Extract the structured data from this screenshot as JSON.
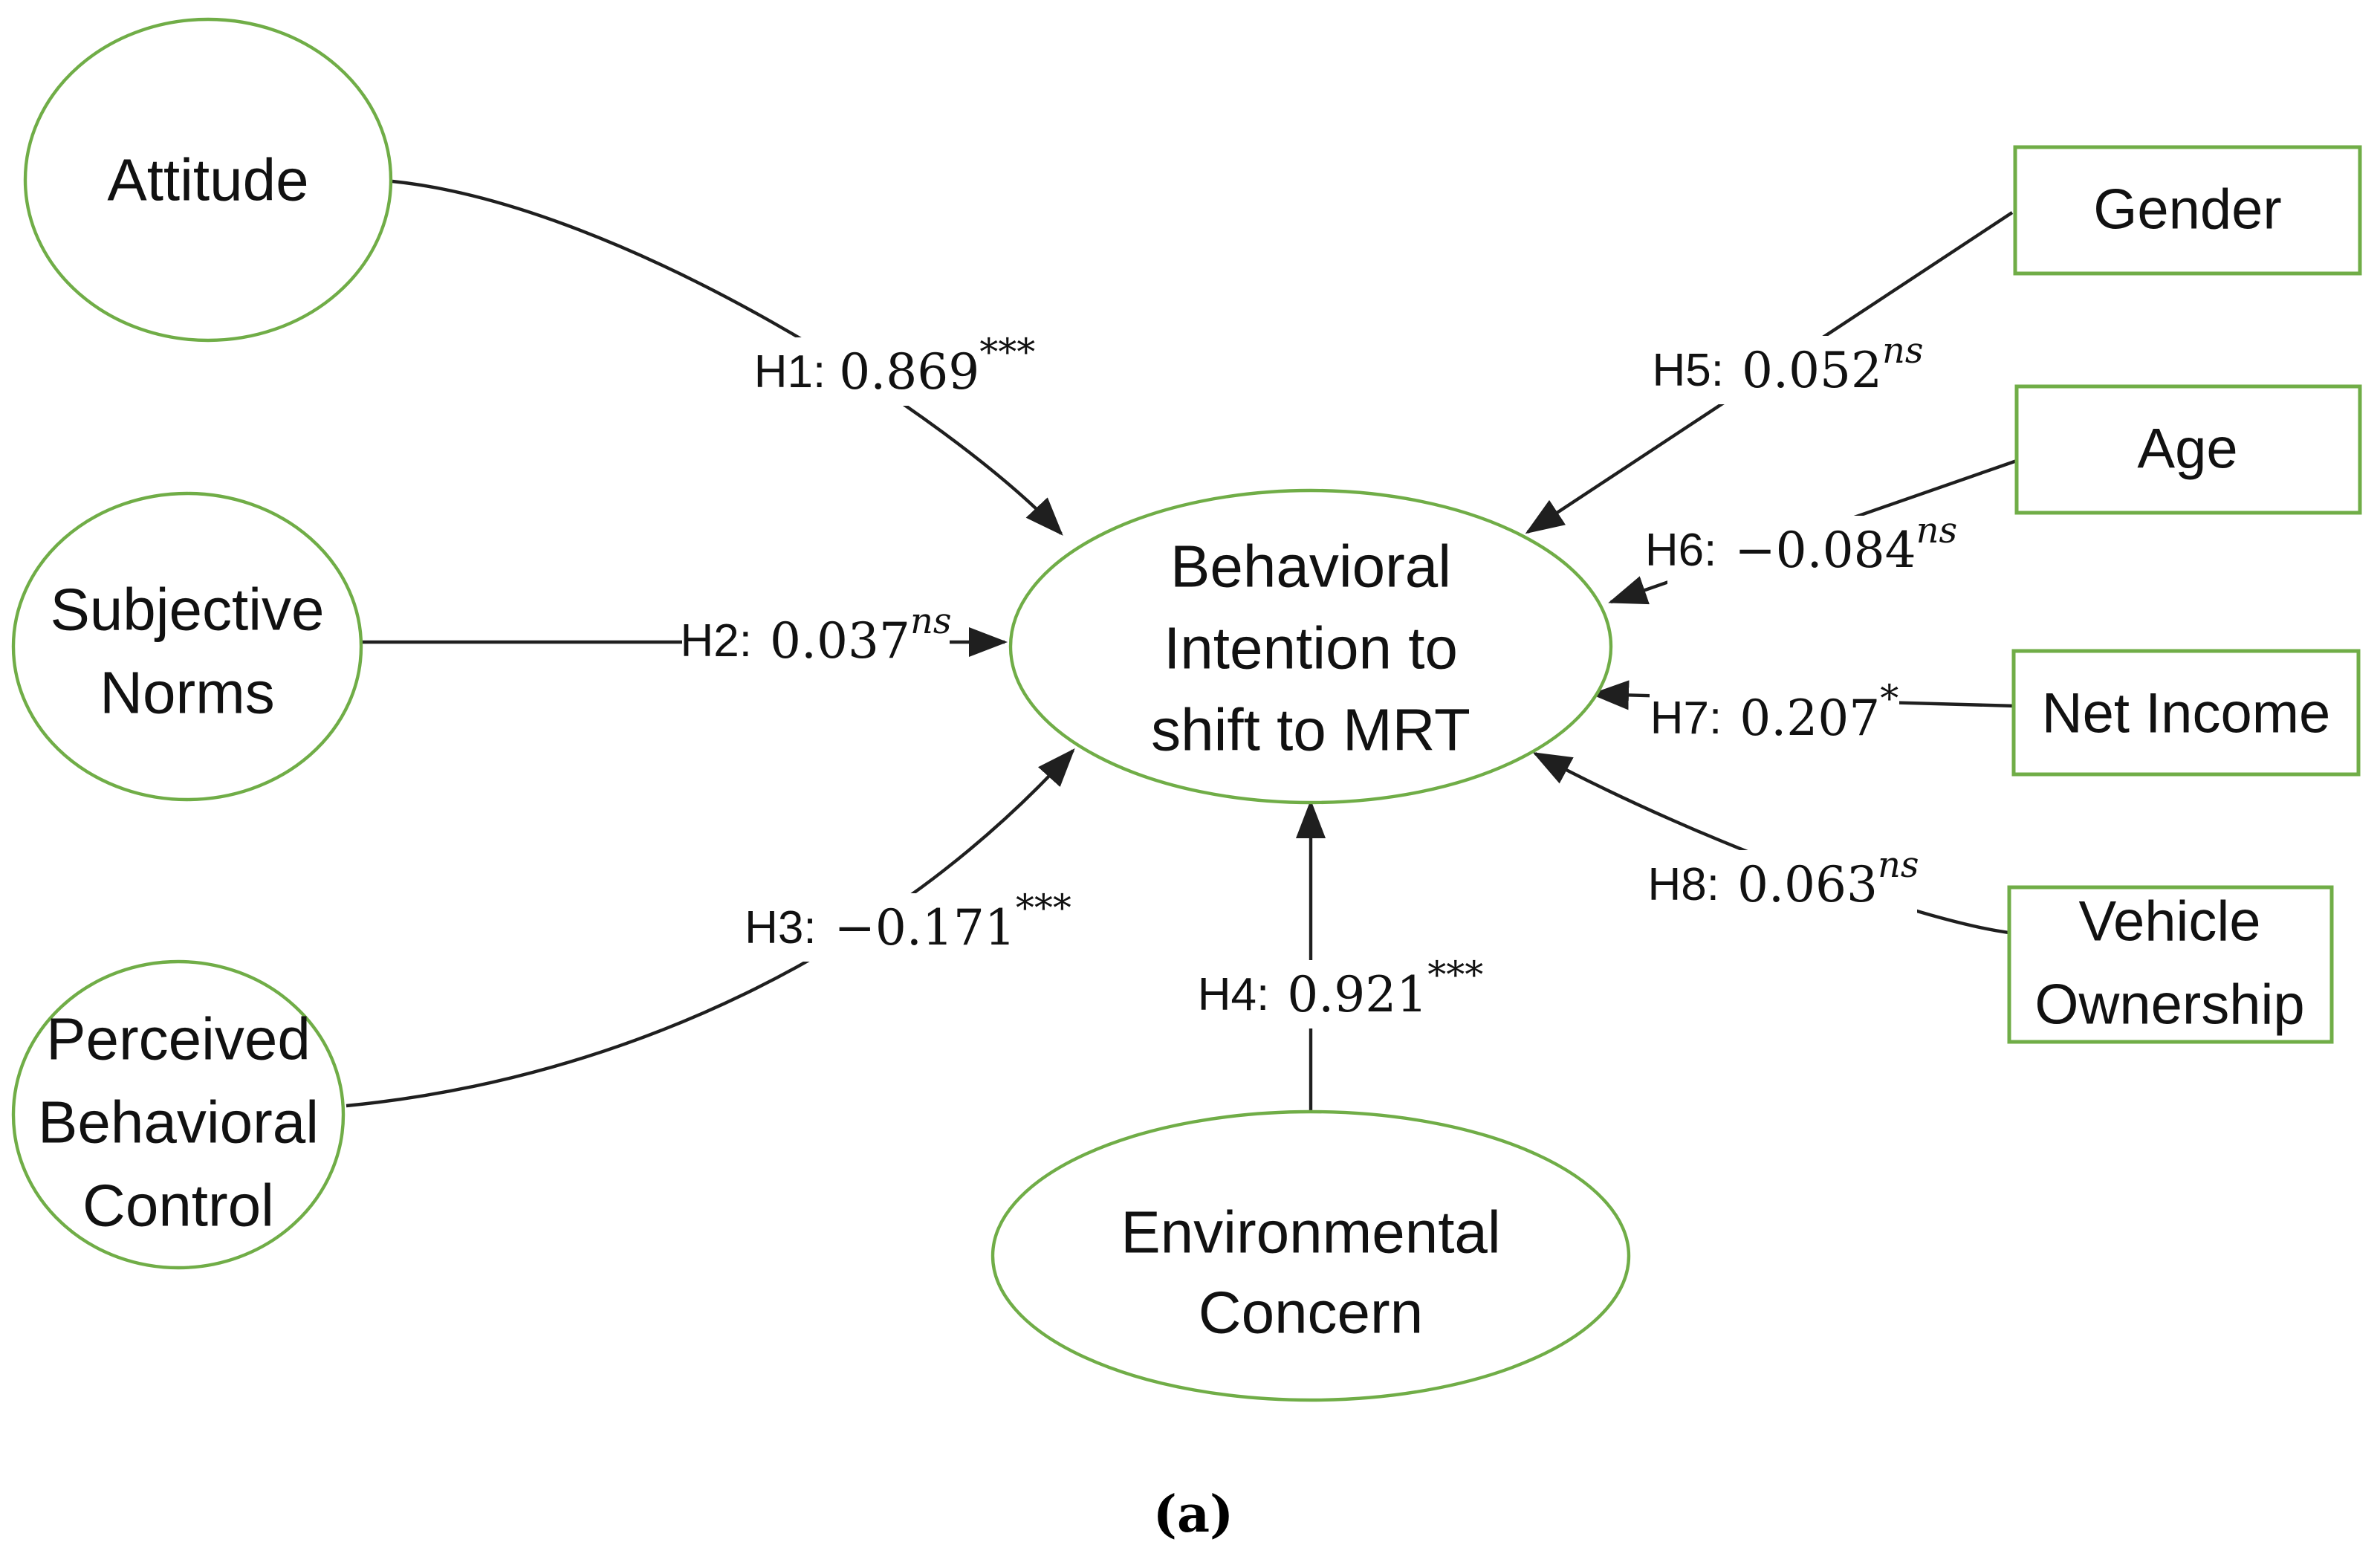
{
  "figure": {
    "caption": "(a)"
  },
  "colors": {
    "shape_stroke": "#70ad47",
    "connector": "#1f1f1f",
    "text": "#111111"
  },
  "nodes": {
    "attitude": {
      "shape": "ellipse",
      "lines": [
        "Attitude"
      ]
    },
    "subjective_norms": {
      "shape": "ellipse",
      "lines": [
        "Subjective",
        "Norms"
      ]
    },
    "perceived_behavioral_control": {
      "shape": "ellipse",
      "lines": [
        "Perceived",
        "Behavioral",
        "Control"
      ]
    },
    "environmental_concern": {
      "shape": "ellipse",
      "lines": [
        "Environmental",
        "Concern"
      ]
    },
    "behavioral_intention": {
      "shape": "ellipse",
      "lines": [
        "Behavioral",
        "Intention to",
        "shift to MRT"
      ]
    },
    "gender": {
      "shape": "rect",
      "lines": [
        "Gender"
      ]
    },
    "age": {
      "shape": "rect",
      "lines": [
        "Age"
      ]
    },
    "net_income": {
      "shape": "rect",
      "lines": [
        "Net Income"
      ]
    },
    "vehicle_ownership": {
      "shape": "rect",
      "lines": [
        "Vehicle",
        "Ownership"
      ]
    }
  },
  "paths": {
    "h1": {
      "from": "attitude",
      "to": "behavioral_intention",
      "prefix": "H1:",
      "value": "0.869",
      "sig": "***"
    },
    "h2": {
      "from": "subjective_norms",
      "to": "behavioral_intention",
      "prefix": "H2:",
      "value": "0.037",
      "sig": "ns"
    },
    "h3": {
      "from": "perceived_behavioral_control",
      "to": "behavioral_intention",
      "prefix": "H3:",
      "value": "−0.171",
      "sig": "***"
    },
    "h4": {
      "from": "environmental_concern",
      "to": "behavioral_intention",
      "prefix": "H4:",
      "value": "0.921",
      "sig": "***"
    },
    "h5": {
      "from": "gender",
      "to": "behavioral_intention",
      "prefix": "H5:",
      "value": "0.052",
      "sig": "ns"
    },
    "h6": {
      "from": "age",
      "to": "behavioral_intention",
      "prefix": "H6:",
      "value": "−0.084",
      "sig": "ns"
    },
    "h7": {
      "from": "net_income",
      "to": "behavioral_intention",
      "prefix": "H7:",
      "value": "0.207",
      "sig": "*"
    },
    "h8": {
      "from": "vehicle_ownership",
      "to": "behavioral_intention",
      "prefix": "H8:",
      "value": "0.063",
      "sig": "ns"
    }
  }
}
